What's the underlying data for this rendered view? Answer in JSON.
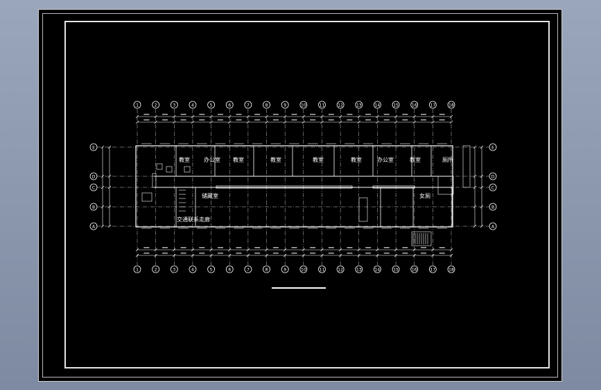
{
  "drawing": {
    "top_axes": [
      "1",
      "2",
      "3",
      "4",
      "5",
      "6",
      "7",
      "8",
      "9",
      "10",
      "11",
      "12",
      "13",
      "14",
      "15",
      "16",
      "17",
      "18"
    ],
    "bottom_axes": [
      "1",
      "2",
      "3",
      "4",
      "5",
      "6",
      "7",
      "8",
      "9",
      "10",
      "11",
      "12",
      "13",
      "14",
      "15",
      "16",
      "17",
      "18"
    ],
    "left_axes": [
      "E",
      "D",
      "C",
      "B",
      "A"
    ],
    "right_axes": [
      "E",
      "D",
      "C",
      "B",
      "A"
    ],
    "rooms": [
      {
        "id": "r1",
        "text": "教室"
      },
      {
        "id": "r2",
        "text": "办公室"
      },
      {
        "id": "r3",
        "text": "教室"
      },
      {
        "id": "r4",
        "text": "教室"
      },
      {
        "id": "r5",
        "text": "教室"
      },
      {
        "id": "r6",
        "text": "教室"
      },
      {
        "id": "r7",
        "text": "办公室"
      },
      {
        "id": "r8",
        "text": "教室"
      },
      {
        "id": "r9",
        "text": "厕所"
      },
      {
        "id": "r10",
        "text": "储藏室"
      },
      {
        "id": "r11",
        "text": "女厕"
      },
      {
        "id": "r12",
        "text": "交通联系走廊"
      }
    ]
  },
  "colors": {
    "background": "#000000",
    "lines": "#ffffff",
    "axis_circle": "#ffffff",
    "frame": "#e6e6e6"
  }
}
